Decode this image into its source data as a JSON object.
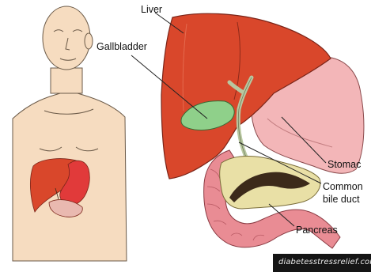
{
  "labels": {
    "liver": "Liver",
    "gallbladder": "Gallbladder",
    "stomach": "Stomac",
    "common_bile_duct_1": "Common",
    "common_bile_duct_2": "bile duct",
    "pancreas": "Pancreas"
  },
  "watermark": "diabetesstressrelief.com",
  "colors": {
    "skin": "#f6dcc0",
    "liver": "#d9472b",
    "gallbladder": "#8fd08a",
    "stomach": "#f3b6b8",
    "pancreas": "#e9e0a6",
    "intestine": "#e98c94"
  }
}
